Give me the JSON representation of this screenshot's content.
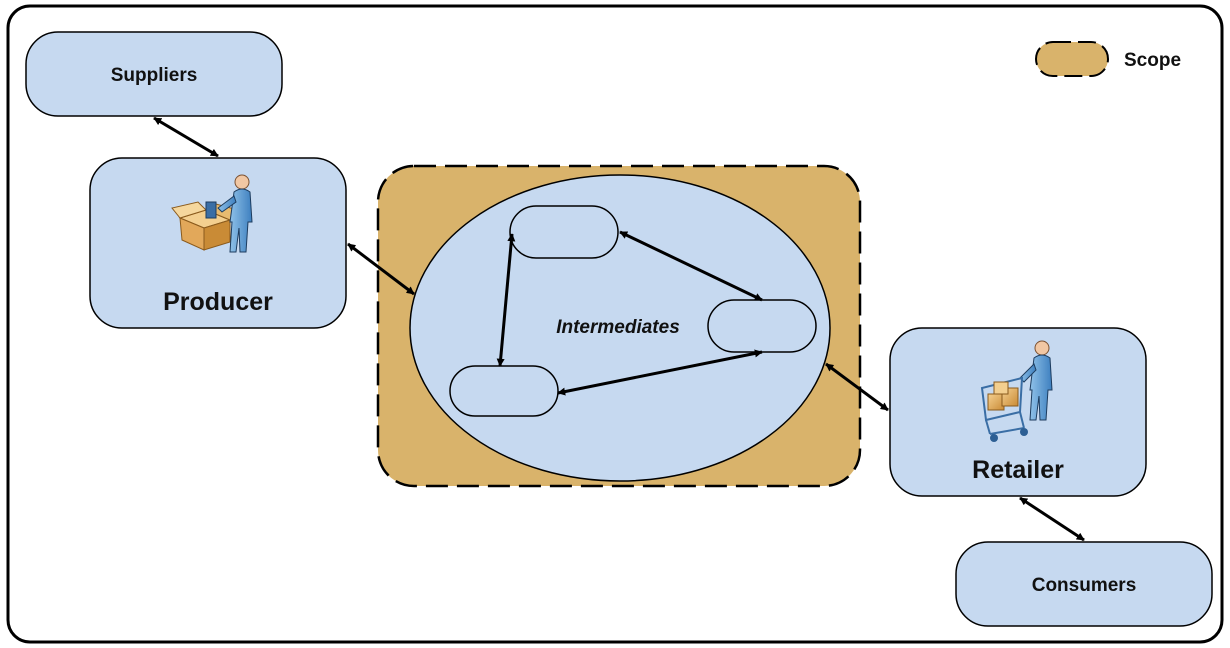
{
  "diagram": {
    "nodes": {
      "suppliers": "Suppliers",
      "producer": "Producer",
      "intermediates": "Intermediates",
      "retailer": "Retailer",
      "consumers": "Consumers"
    },
    "legend": {
      "scope": "Scope"
    },
    "colors": {
      "node_fill": "#c6d9f0",
      "scope_fill": "#d9b36b",
      "stroke": "#000000",
      "person_blue": "#5b9bd5",
      "box_tan": "#e8b86a"
    },
    "icons": [
      "producer-with-box-icon",
      "shopping-cart-person-icon"
    ]
  }
}
